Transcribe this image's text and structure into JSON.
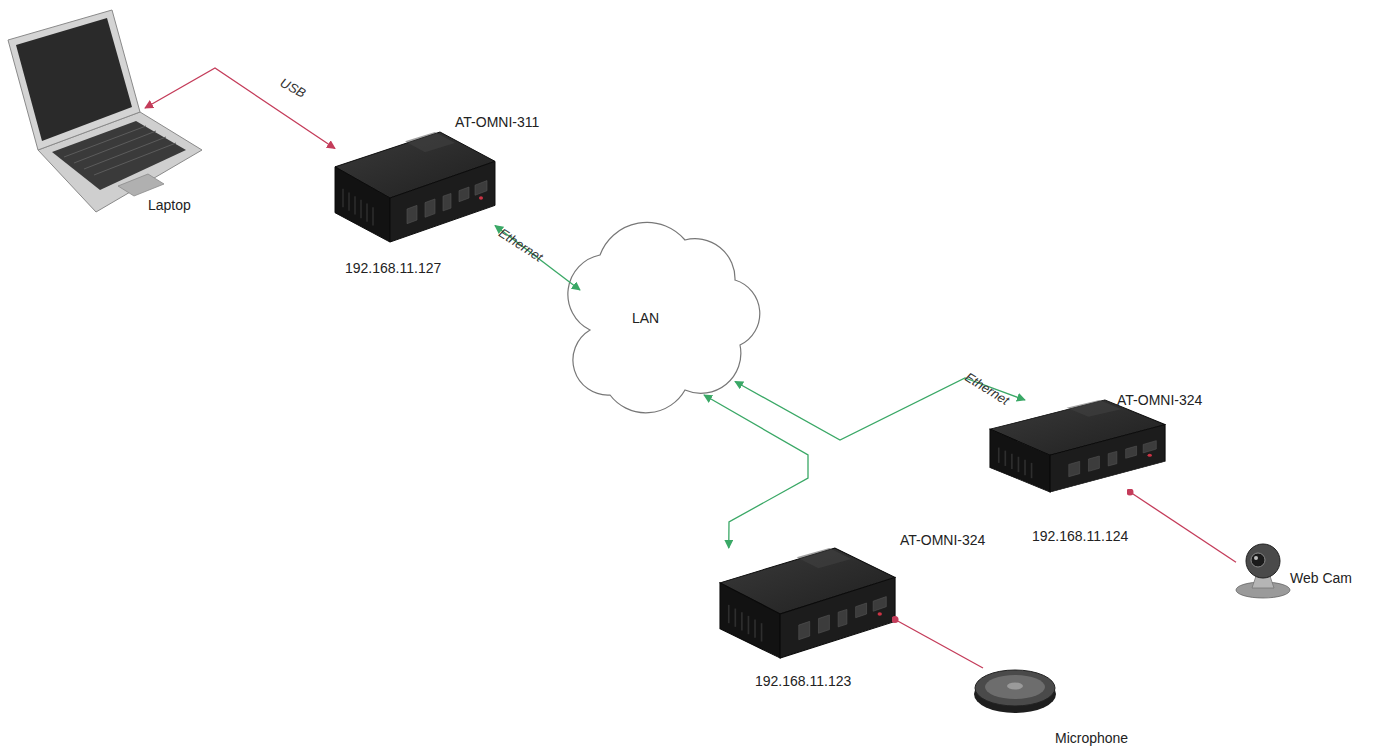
{
  "diagram": {
    "nodes": [
      {
        "text": [
          "Laptop"
        ]
      },
      {
        "text": [
          "AT-OMNI-311",
          "192.168.11.127"
        ]
      },
      {
        "text": [
          "LAN"
        ]
      },
      {
        "text": [
          "AT-OMNI-324",
          "192.168.11.124"
        ]
      },
      {
        "text": [
          "Web Cam"
        ]
      },
      {
        "text": [
          "AT-OMNI-324",
          "192.168.11.123"
        ]
      },
      {
        "text": [
          "Microphone"
        ]
      }
    ],
    "edges": [
      {
        "from": 1,
        "to": 0,
        "arrow": "both",
        "label": "USB"
      },
      {
        "from": 1,
        "to": 2,
        "arrow": "both",
        "label": "Ethernet"
      },
      {
        "from": 3,
        "to": 2,
        "arrow": "both",
        "label": "Ethernet"
      },
      {
        "from": 5,
        "to": 2,
        "arrow": "both"
      },
      {
        "from": 4,
        "to": 3,
        "arrow": "none"
      },
      {
        "from": 6,
        "to": 5,
        "arrow": "none"
      }
    ]
  }
}
